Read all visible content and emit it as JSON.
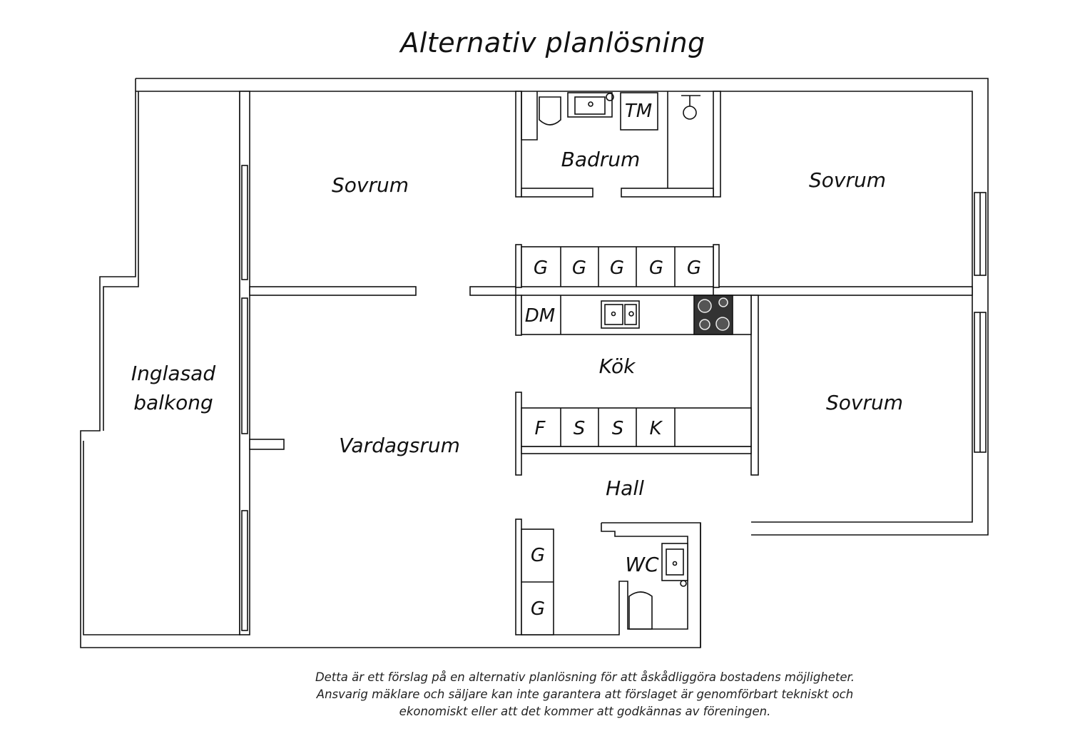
{
  "title": "Alternativ planlösning",
  "rooms": {
    "balcony_line1": "Inglasad",
    "balcony_line2": "balkong",
    "bedroom_top_left": "Sovrum",
    "bathroom": "Badrum",
    "bedroom_top_right": "Sovrum",
    "living_room": "Vardagsrum",
    "kitchen": "Kök",
    "bedroom_right": "Sovrum",
    "hall": "Hall",
    "wc": "WC"
  },
  "fixtures": {
    "washing_machine": "TM",
    "dishwasher": "DM",
    "wardrobes_kitchen_top": [
      "G",
      "G",
      "G",
      "G",
      "G"
    ],
    "kitchen_lower_units": [
      "F",
      "S",
      "S",
      "K"
    ],
    "wardrobes_hall": [
      "G",
      "G"
    ]
  },
  "disclaimer": [
    "Detta är ett förslag på en alternativ planlösning för att åskådliggöra bostadens möjligheter.",
    "Ansvarig mäklare och säljare kan inte garantera att förslaget är genomförbart tekniskt och",
    "ekonomiskt eller att det kommer att godkännas av föreningen."
  ]
}
